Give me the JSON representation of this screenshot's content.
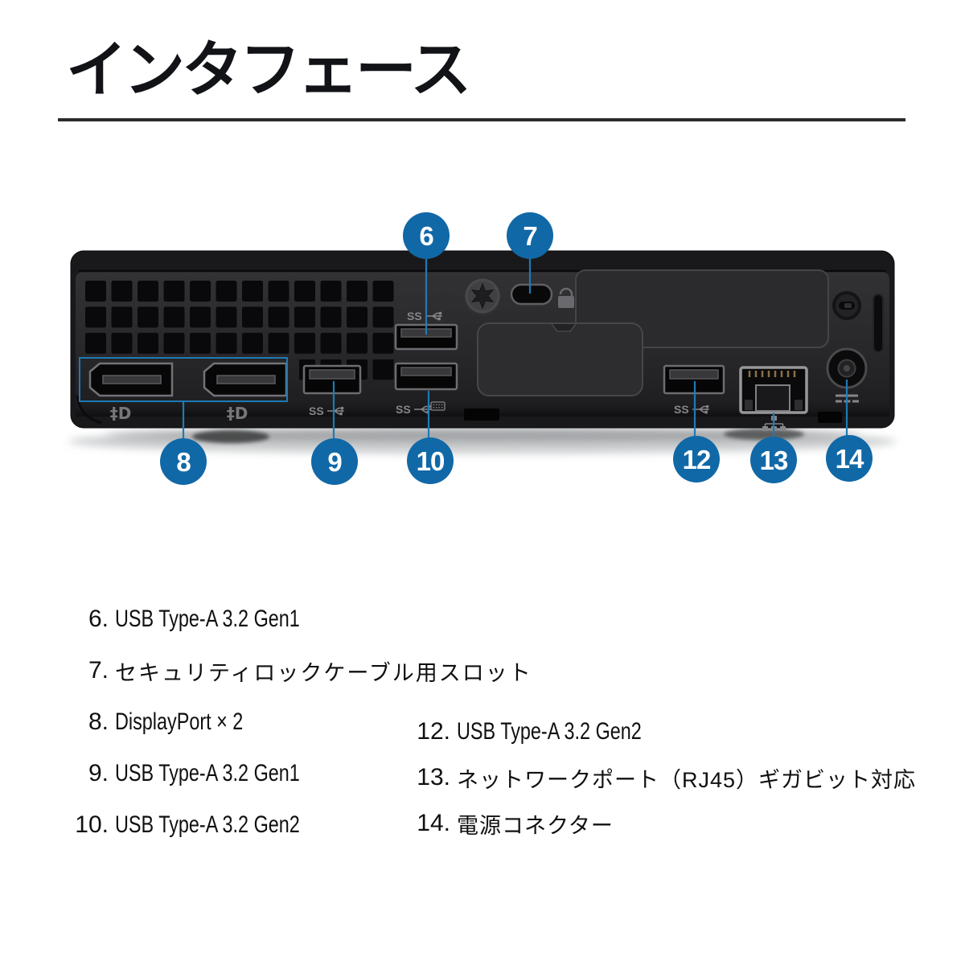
{
  "page": {
    "title": "インタフェース"
  },
  "colors": {
    "accent_circle": "#1168a7",
    "leader_line": "#1f7ab5",
    "title_text": "#121317",
    "legend_text": "#101010",
    "rule": "#2b2b2b"
  },
  "device": {
    "description": "rear panel of mini desktop PC",
    "ss_mark": "SS",
    "dp_mark": "‡D",
    "icons": [
      "usb-superspeed-icon",
      "displayport-logo-icon",
      "keyboard-icon",
      "padlock-icon",
      "network-rj45-icon",
      "dc-power-icon",
      "torx-screw-icon",
      "security-slot-icon"
    ]
  },
  "callouts": [
    {
      "num": "6",
      "label": "USB Type-A 3.2 Gen1"
    },
    {
      "num": "7",
      "label": "セキュリティロックケーブル用スロット"
    },
    {
      "num": "8",
      "label": "DisplayPort × 2"
    },
    {
      "num": "9",
      "label": "USB Type-A 3.2 Gen1"
    },
    {
      "num": "10",
      "label": "USB Type-A 3.2 Gen2"
    },
    {
      "num": "12",
      "label": "USB Type-A 3.2 Gen2"
    },
    {
      "num": "13",
      "label": "ネットワークポート（RJ45）ギガビット対応"
    },
    {
      "num": "14",
      "label": "電源コネクター"
    }
  ],
  "legend": {
    "left": [
      {
        "num": "6.",
        "label": "USB Type-A 3.2 Gen1"
      },
      {
        "num": "7.",
        "label": "セキュリティロックケーブル用スロット"
      },
      {
        "num": "8.",
        "label": "DisplayPort × 2"
      },
      {
        "num": "9.",
        "label": "USB Type-A 3.2 Gen1"
      },
      {
        "num": "10.",
        "label": "USB Type-A 3.2 Gen2"
      }
    ],
    "right": [
      {
        "num": "12.",
        "label": "USB Type-A 3.2 Gen2"
      },
      {
        "num": "13.",
        "label": "ネットワークポート（RJ45）ギガビット対応"
      },
      {
        "num": "14.",
        "label": "電源コネクター"
      }
    ]
  }
}
